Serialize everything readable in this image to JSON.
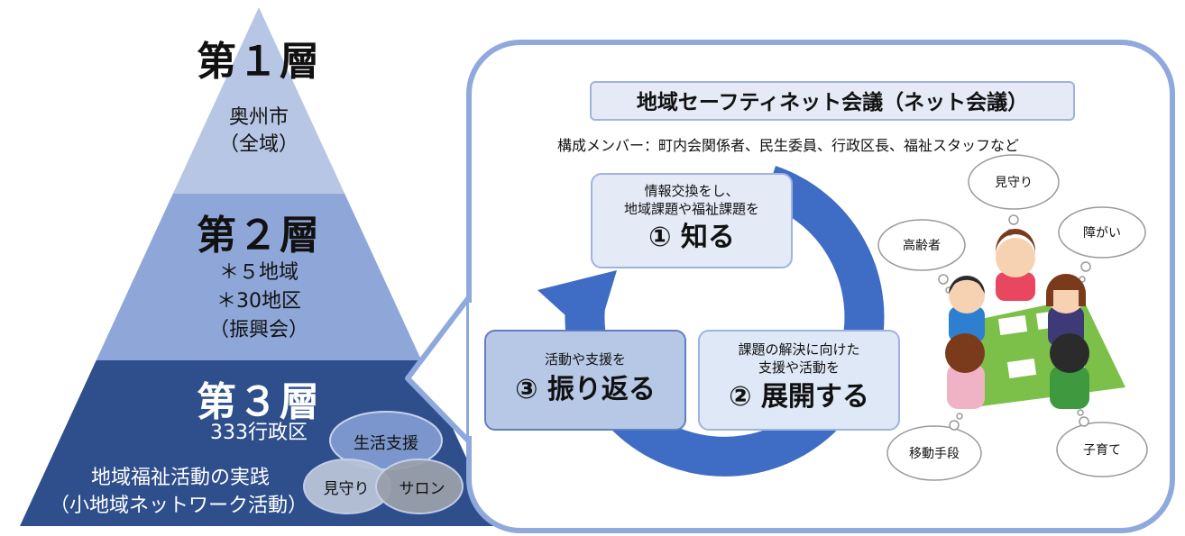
{
  "pyramid": {
    "layer1": {
      "heading": "第１層",
      "lines": [
        "奥州市",
        "（全域）"
      ]
    },
    "layer2": {
      "heading": "第２層",
      "lines": [
        "＊５地域",
        "＊30地区",
        "（振興会）"
      ]
    },
    "layer3": {
      "heading": "第３層",
      "subheading": "333行政区",
      "practice_lines": [
        "地域福祉活動の実践",
        "（小地域ネットワーク活動）"
      ]
    },
    "venn": {
      "top": "生活支援",
      "left": "見守り",
      "right": "サロン"
    },
    "colors": {
      "layer1": "#b5c4e6",
      "layer2": "#8da6d9",
      "layer3": "#2d4e8a"
    }
  },
  "meeting": {
    "title": "地域セーフティネット会議（ネット会議）",
    "members": "構成メンバー：町内会関係者、民生委員、行政区長、福祉スタッフなど",
    "steps": [
      {
        "lines": [
          "情報交換をし、",
          "地域課題や福祉課題を"
        ],
        "action": "① 知る"
      },
      {
        "lines": [
          "課題の解決に向けた",
          "支援や活動を"
        ],
        "action": "② 展開する"
      },
      {
        "lines": [
          "活動や支援を"
        ],
        "action": "③ 振り返る"
      }
    ],
    "clouds": [
      "見守り",
      "障がい",
      "高齢者",
      "移動手段",
      "子育て"
    ]
  }
}
